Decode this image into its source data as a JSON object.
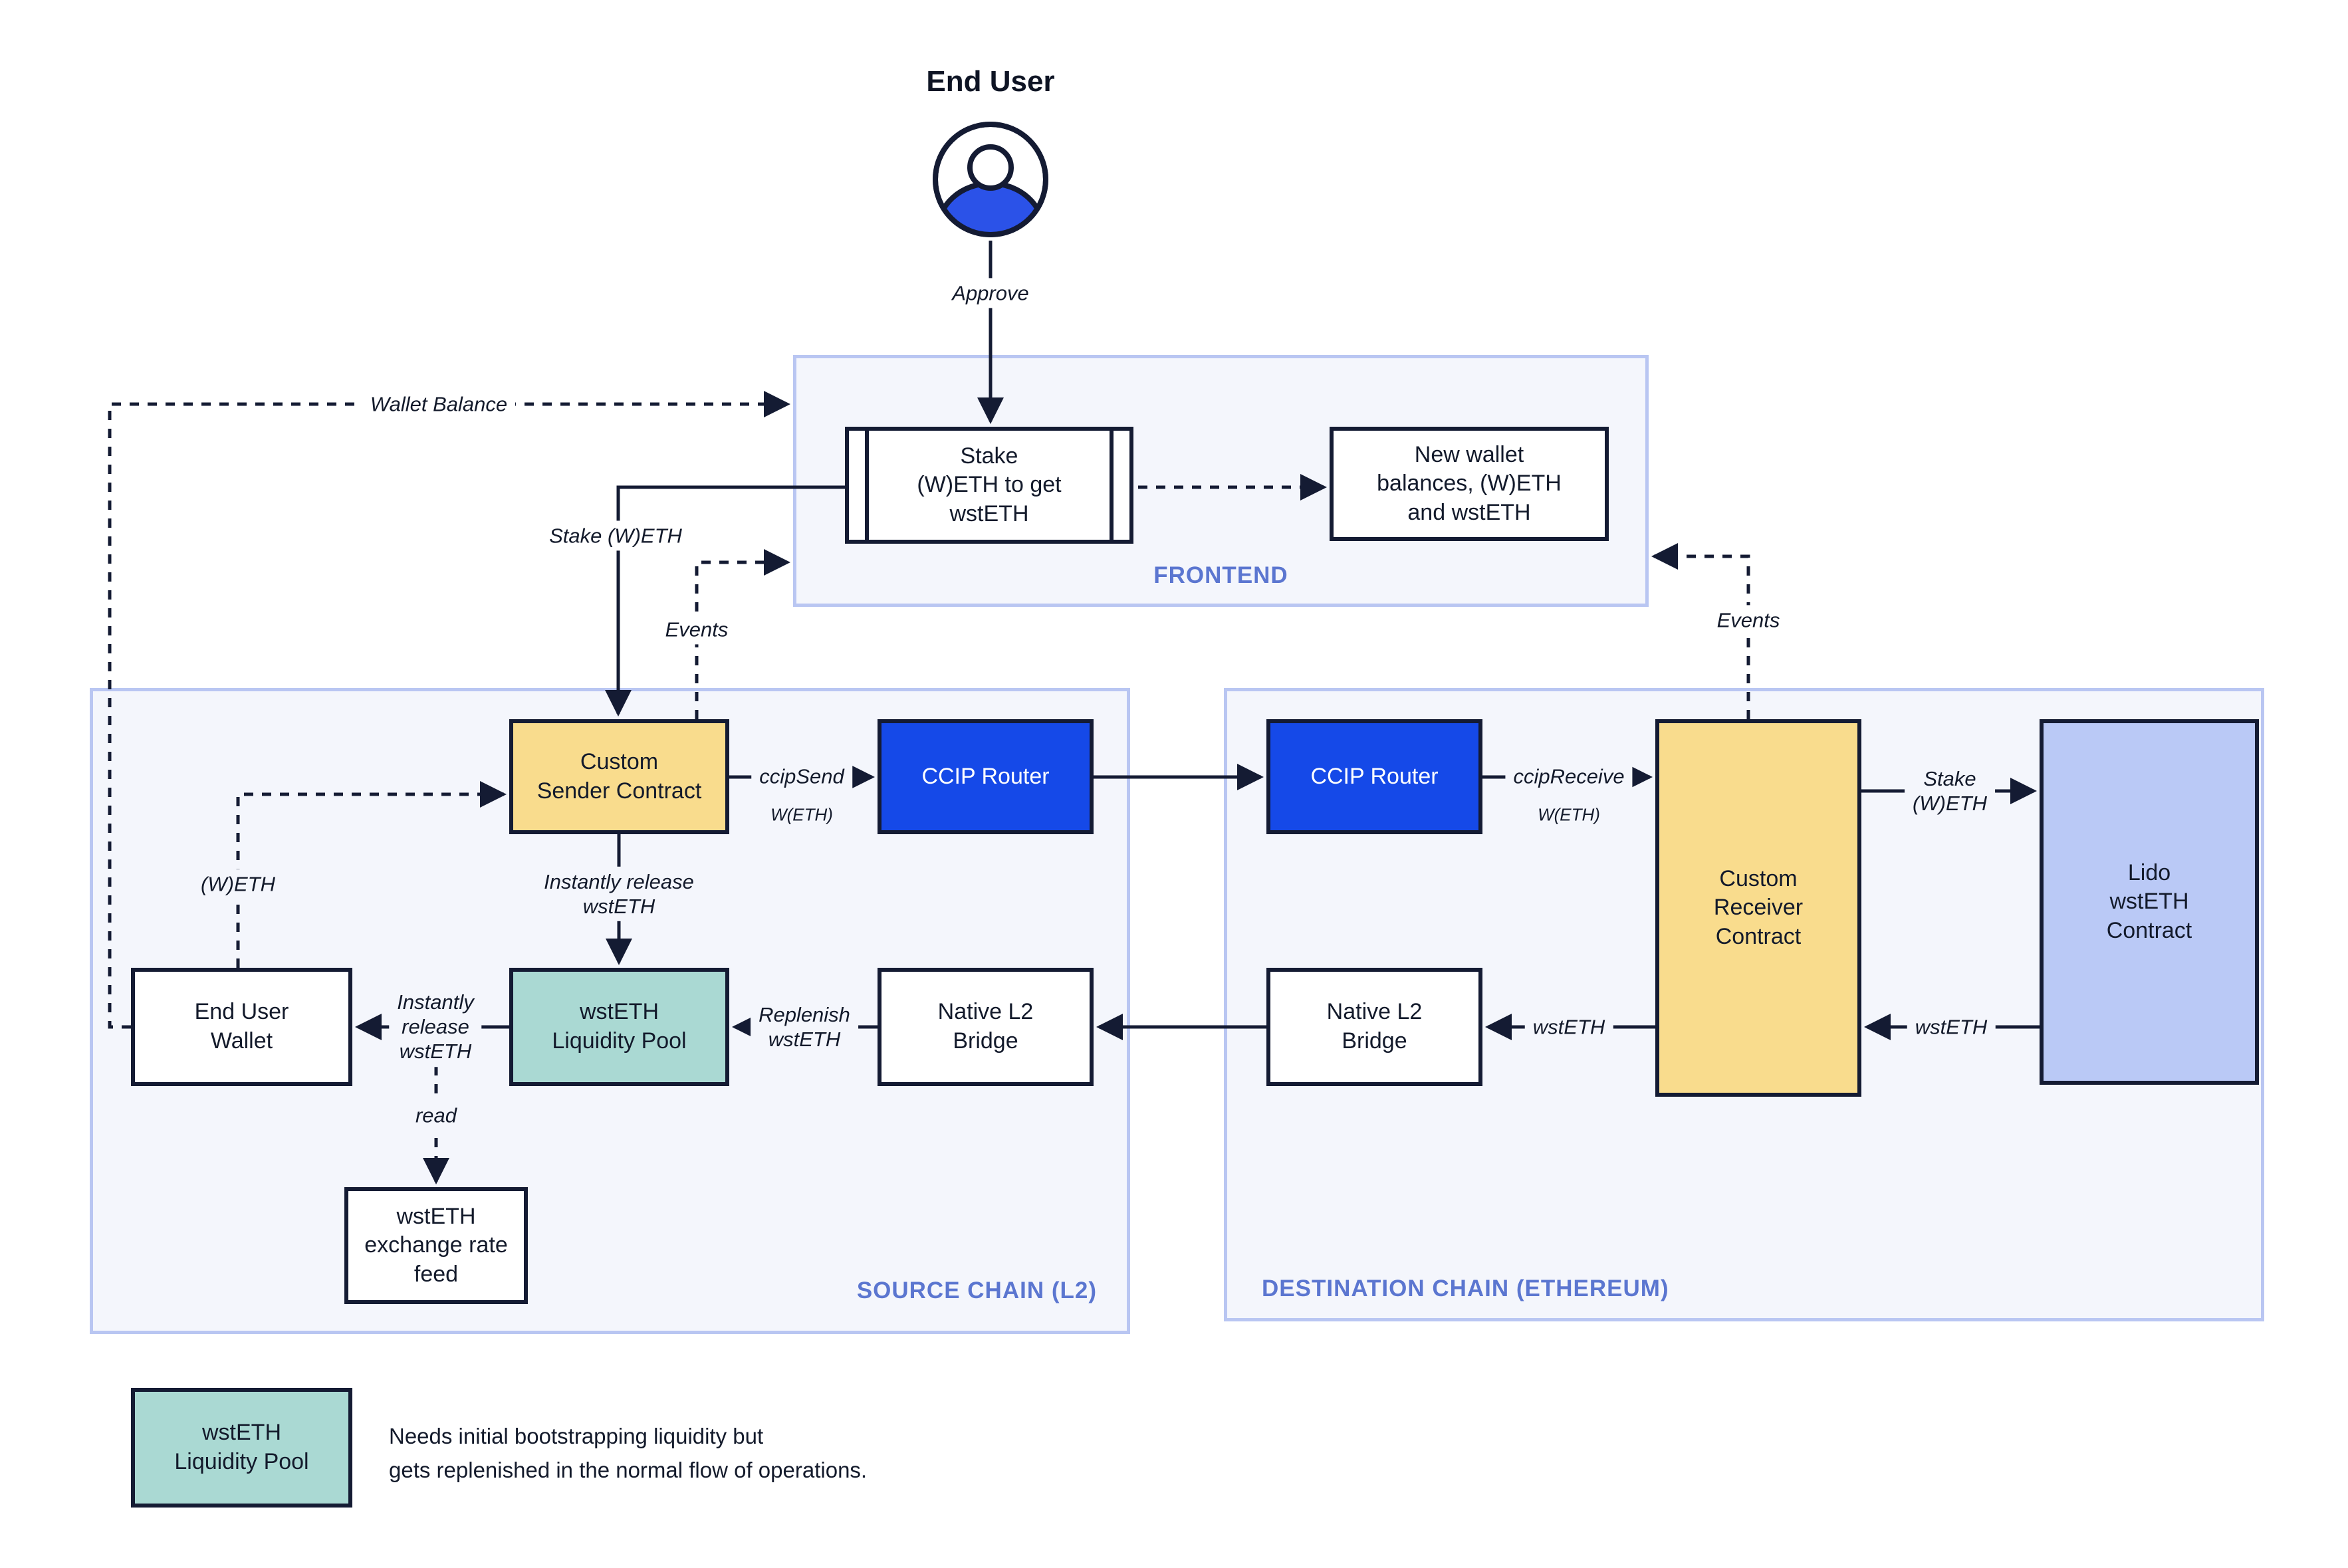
{
  "actor": {
    "name": "End User",
    "action": "Approve"
  },
  "frontend": {
    "label": "FRONTEND",
    "stake_box": "Stake\n(W)ETH to get\nwstETH",
    "new_wallet_box": "New wallet\nbalances, (W)ETH\nand wstETH"
  },
  "source_chain": {
    "label": "SOURCE CHAIN (L2)",
    "custom_sender": "Custom\nSender Contract",
    "ccip_router": "CCIP Router",
    "end_user_wallet": "End User\nWallet",
    "liquidity_pool": "wstETH\nLiquidity Pool",
    "bridge": "Native L2\nBridge",
    "rate_feed": "wstETH\nexchange rate\nfeed"
  },
  "destination_chain": {
    "label": "DESTINATION CHAIN (ETHEREUM)",
    "ccip_router": "CCIP Router",
    "custom_receiver": "Custom\nReceiver\nContract",
    "lido": "Lido\nwstETH\nContract",
    "bridge": "Native L2\nBridge"
  },
  "edges": {
    "wallet_balance": "Wallet Balance",
    "stake_weth": "Stake (W)ETH",
    "events_left": "Events",
    "events_right": "Events",
    "ccip_send": "ccipSend",
    "ccip_send_token": "W(ETH)",
    "ccip_receive": "ccipReceive",
    "ccip_receive_token": "W(ETH)",
    "weth": "(W)ETH",
    "instantly_release_vertical": "Instantly release\nwstETH",
    "instantly_release_horizontal": "Instantly\nrelease\nwstETH",
    "replenish": "Replenish\nwstETH",
    "read": "read",
    "stake_weth_right": "Stake\n(W)ETH",
    "wsteth_to_receiver": "wstETH",
    "wsteth_to_bridge": "wstETH"
  },
  "legend": {
    "swatch": "wstETH\nLiquidity Pool",
    "note": "Needs initial bootstrapping liquidity but\ngets replenished in the normal flow of operations."
  },
  "colors": {
    "contract_yellow": "#F9DC8D",
    "router_blue": "#1549E8",
    "pool_teal": "#AAD9D3",
    "lido_purple": "#BAC9F6",
    "container_bg": "#F4F6FC",
    "container_border": "#B9C6F2",
    "chain_label_blue": "#5B76D0",
    "line_dark": "#141B33",
    "avatar_blue": "#2B52E8"
  }
}
